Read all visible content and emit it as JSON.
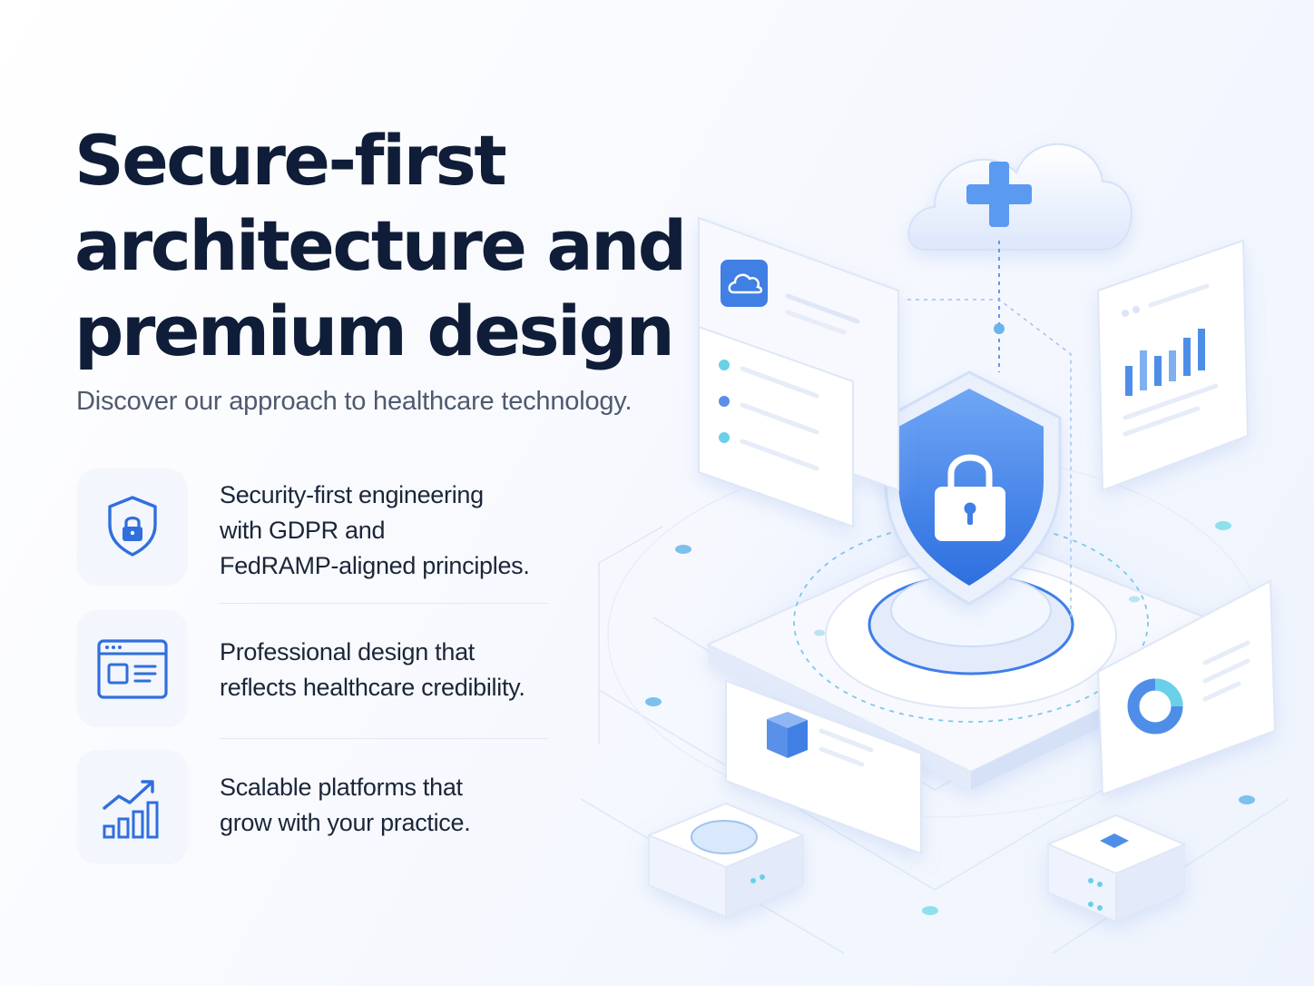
{
  "hero": {
    "title_lines": [
      "Secure-first",
      "architecture and",
      "premium design"
    ],
    "subtitle": "Discover our approach to healthcare technology."
  },
  "features": [
    {
      "icon": "shield-lock-icon",
      "lines": [
        "Security-first engineering",
        "with GDPR and",
        "FedRAMP-aligned principles."
      ]
    },
    {
      "icon": "browser-window-icon",
      "lines": [
        "Professional design that",
        "reflects healthcare credibility."
      ]
    },
    {
      "icon": "growth-chart-icon",
      "lines": [
        "Scalable platforms that",
        "grow with your practice."
      ]
    }
  ],
  "colors": {
    "heading": "#0f1d38",
    "body_text": "#1b2638",
    "subtitle": "#4f5a6f",
    "accent_blue": "#2f6fde",
    "accent_cyan": "#5ad3e8",
    "icon_tile": "#f3f6fc"
  }
}
